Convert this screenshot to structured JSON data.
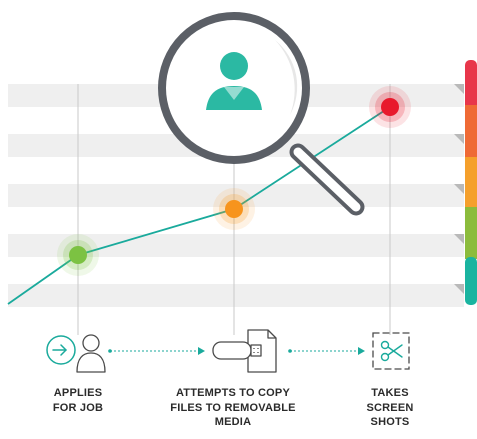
{
  "colors": {
    "line": "#1aaa9c",
    "band": "#efefef",
    "lens_frame": "#5b5f66",
    "user_icon": "#2bb9a3",
    "risk_scale": [
      "#e8364a",
      "#ef6a35",
      "#f5a02c",
      "#8cbc3c",
      "#1ab4a0"
    ]
  },
  "steps": [
    {
      "label": "APPLIES\nFOR JOB",
      "point_color": "#7cc242",
      "icon": "login-user-icon"
    },
    {
      "label": "ATTEMPTS TO COPY\nFILES TO REMOVABLE\nMEDIA",
      "point_color": "#f7941d",
      "icon": "usb-to-file-icon"
    },
    {
      "label": "TAKES\nSCREEN\nSHOTS",
      "point_color": "#e8192c",
      "icon": "screenshot-scissors-icon"
    }
  ],
  "magnifier_icon": "magnifying-glass-user-icon"
}
